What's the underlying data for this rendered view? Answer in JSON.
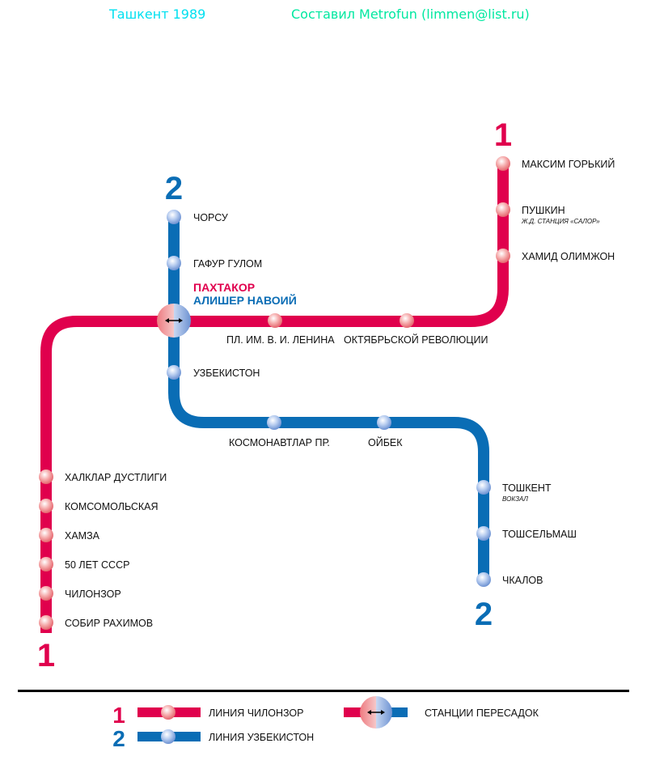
{
  "header": {
    "city_year": "Ташкент 1989",
    "credit": "Составил Metrofun (limmen@list.ru)"
  },
  "colors": {
    "line1": "#e0004d",
    "line2": "#0a6db5",
    "title": "#00e0f0",
    "credit": "#00e8a0"
  },
  "lines": {
    "line1_number": "1",
    "line2_number": "2"
  },
  "transfer": {
    "name_line1": "ПАХТАКОР",
    "name_line2": "АЛИШЕР НАВОИЙ",
    "icon": "double-arrow-icon"
  },
  "line1_stations": [
    {
      "name": "МАКСИМ ГОРЬКИЙ"
    },
    {
      "name": "ПУШКИН",
      "sub": "Ж.Д. СТАНЦИЯ «САЛОР»"
    },
    {
      "name": "ХАМИД ОЛИМЖОН"
    },
    {
      "name": "ОКТЯБРЬСКОЙ РЕВОЛЮЦИИ"
    },
    {
      "name": "ПЛ. ИМ. В. И. ЛЕНИНА"
    },
    {
      "name": "ХАЛКЛАР ДУСТЛИГИ"
    },
    {
      "name": "КОМСОМОЛЬСКАЯ"
    },
    {
      "name": "ХАМЗА"
    },
    {
      "name": "50 ЛЕТ СССР"
    },
    {
      "name": "ЧИЛОНЗОР"
    },
    {
      "name": "СОБИР РАХИМОВ"
    }
  ],
  "line2_stations": [
    {
      "name": "ЧОРСУ"
    },
    {
      "name": "ГАФУР ГУЛОМ"
    },
    {
      "name": "УЗБЕКИСТОН"
    },
    {
      "name": "КОСМОНАВТЛАР ПР."
    },
    {
      "name": "ОЙБЕК"
    },
    {
      "name": "ТОШКЕНТ",
      "sub": "ВОКЗАЛ"
    },
    {
      "name": "ТОШСЕЛЬМАШ"
    },
    {
      "name": "ЧКАЛОВ"
    }
  ],
  "legend": {
    "line1_number": "1",
    "line1_label": "ЛИНИЯ ЧИЛОНЗОР",
    "line2_number": "2",
    "line2_label": "ЛИНИЯ УЗБЕКИСТОН",
    "transfer_label": "СТАНЦИИ ПЕРЕСАДОК"
  }
}
